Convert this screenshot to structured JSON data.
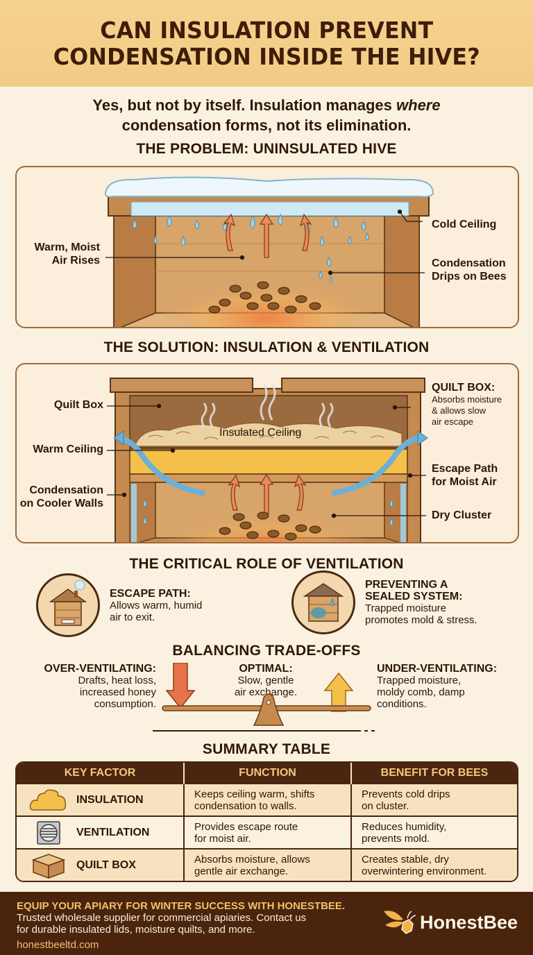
{
  "header": {
    "title_line1": "CAN INSULATION PREVENT",
    "title_line2": "CONDENSATION INSIDE THE HIVE?"
  },
  "subtitle": {
    "line1_pre": "Yes, but not by itself. Insulation manages ",
    "line1_em": "where",
    "line2": "condensation forms, not its elimination."
  },
  "problem": {
    "title": "THE PROBLEM: UNINSULATED HIVE",
    "labels": {
      "warm_air_line1": "Warm, Moist",
      "warm_air_line2": "Air Rises",
      "cold_ceiling": "Cold Ceiling",
      "drips_line1": "Condensation",
      "drips_line2": "Drips on Bees"
    }
  },
  "solution": {
    "title": "THE SOLUTION: INSULATION & VENTILATION",
    "labels": {
      "quilt_box": "Quilt Box",
      "warm_ceiling": "Warm Ceiling",
      "condensation_line1": "Condensation",
      "condensation_line2": "on Cooler Walls",
      "insulated_ceiling": "Insulated Ceiling",
      "quilt_box_title": "QUILT BOX:",
      "quilt_box_desc1": "Absorbs moisture",
      "quilt_box_desc2": "& allows slow",
      "quilt_box_desc3": "air escape",
      "escape_line1": "Escape Path",
      "escape_line2": "for Moist Air",
      "dry_cluster": "Dry Cluster"
    }
  },
  "ventilation": {
    "title": "THE CRITICAL ROLE OF VENTILATION",
    "items": [
      {
        "icon": "hive-chimney-icon",
        "title": "ESCAPE PATH:",
        "desc1": "Allows warm, humid",
        "desc2": "air to exit."
      },
      {
        "icon": "moldy-hive-icon",
        "title1": "PREVENTING A",
        "title2": "SEALED SYSTEM:",
        "desc1": "Trapped moisture",
        "desc2": "promotes mold & stress."
      }
    ]
  },
  "tradeoffs": {
    "title": "BALANCING TRADE-OFFS",
    "over": {
      "title": "OVER-VENTILATING:",
      "l1": "Drafts, heat loss,",
      "l2": "increased honey",
      "l3": "consumption."
    },
    "optimal": {
      "title": "OPTIMAL:",
      "l1": "Slow, gentle",
      "l2": "air exchange."
    },
    "under": {
      "title": "UNDER-VENTILATING:",
      "l1": "Trapped moisture,",
      "l2": "moldy comb, damp",
      "l3": "conditions."
    }
  },
  "summary": {
    "title": "SUMMARY TABLE",
    "headers": [
      "KEY FACTOR",
      "FUNCTION",
      "BENEFIT FOR BEES"
    ],
    "rows": [
      {
        "icon": "insulation-cloud-icon",
        "factor": "INSULATION",
        "function1": "Keeps ceiling warm, shifts",
        "function2": "condensation to walls.",
        "benefit1": "Prevents cold drips",
        "benefit2": "on cluster."
      },
      {
        "icon": "vent-grille-icon",
        "factor": "VENTILATION",
        "function1": "Provides escape route",
        "function2": "for moist air.",
        "benefit1": "Reduces humidity,",
        "benefit2": "prevents mold."
      },
      {
        "icon": "quilt-box-icon",
        "factor": "QUILT BOX",
        "function1": "Absorbs moisture, allows",
        "function2": "gentle air exchange.",
        "benefit1": "Creates stable, dry",
        "benefit2": "overwintering environment."
      }
    ]
  },
  "footer": {
    "cta": "EQUIP YOUR APIARY FOR WINTER SUCCESS WITH HONESTBEE.",
    "desc1": "Trusted wholesale supplier for commercial apiaries. Contact us",
    "desc2": "for durable insulated lids, moisture quilts, and more.",
    "url": "honestbeeltd.com",
    "brand": "HonestBee"
  },
  "colors": {
    "header_bg": "#f5d28f",
    "page_bg": "#fbf1e0",
    "dark_brown": "#4a240d",
    "gold": "#f3c06a",
    "wood": "#c98e52",
    "ice": "#bfe3f2",
    "arrow_orange": "#e8774a"
  }
}
